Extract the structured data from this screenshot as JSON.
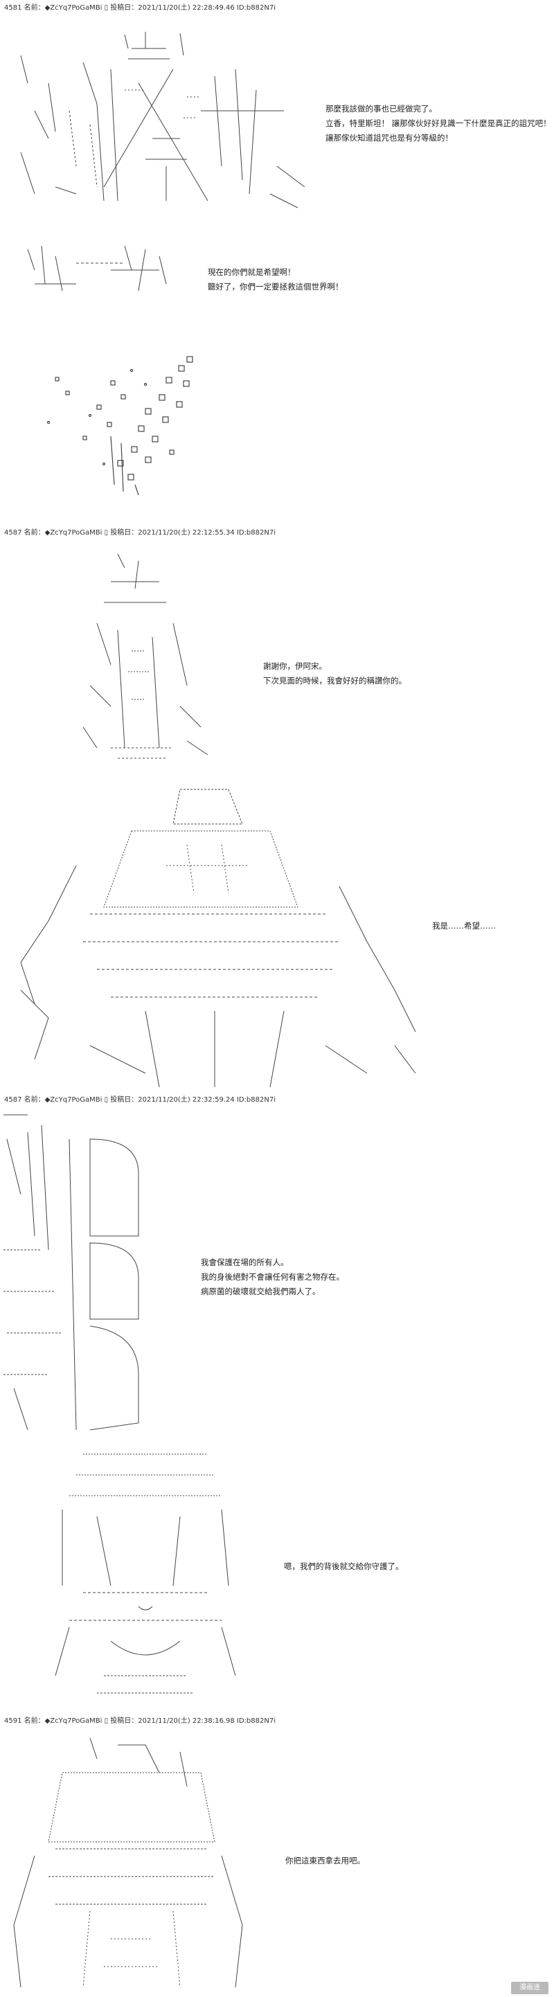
{
  "posts": [
    {
      "header": "4581 名前：◆ZcYq7PoGaMBi ▯ 投稿日：2021/11/20(土) 22:28:49.46 ID:b882N7i",
      "dialog_a": [
        "那麼我該做的事也已經做完了。",
        "立香，特里斯坦！ 讓那傢伙好好見識一下什麼是真正的詛咒吧！",
        "讓那傢伙知道詛咒也是有分等級的！"
      ],
      "dialog_b": [
        "現在的你們就是希望啊！",
        "聽好了，你們一定要拯救這個世界啊！"
      ]
    },
    {
      "header": "4587 名前：◆ZcYq7PoGaMBi ▯ 投稿日：2021/11/20(土) 22:12:55.34 ID:b882N7i",
      "dialog_a": [
        "謝謝你，伊阿宋。",
        "下次見面的時候，我會好好的稱讚你的。"
      ],
      "dialog_b": [
        "我是……希望……"
      ]
    },
    {
      "header": "4587 名前：◆ZcYq7PoGaMBi ▯ 投稿日：2021/11/20(土) 22:32:59.24 ID:b882N7i",
      "dialog_a": [
        "我會保護在場的所有人。",
        "我的身後絕對不會讓任何有害之物存在。",
        "病原菌的破壞就交給我們兩人了。"
      ],
      "dialog_b": [
        "嗯，我們的背後就交給你守護了。"
      ]
    },
    {
      "header": "4591 名前：◆ZcYq7PoGaMBi ▯ 投稿日：2021/11/20(土) 22:38:16.98 ID:b882N7i",
      "dialog_a": [
        "你把這東西拿去用吧。"
      ]
    }
  ],
  "watermark": "漫画迷",
  "colors": {
    "ink": "#222222",
    "line": "#444444",
    "background": "#ffffff",
    "watermark_bg": "#b9b9b9"
  }
}
